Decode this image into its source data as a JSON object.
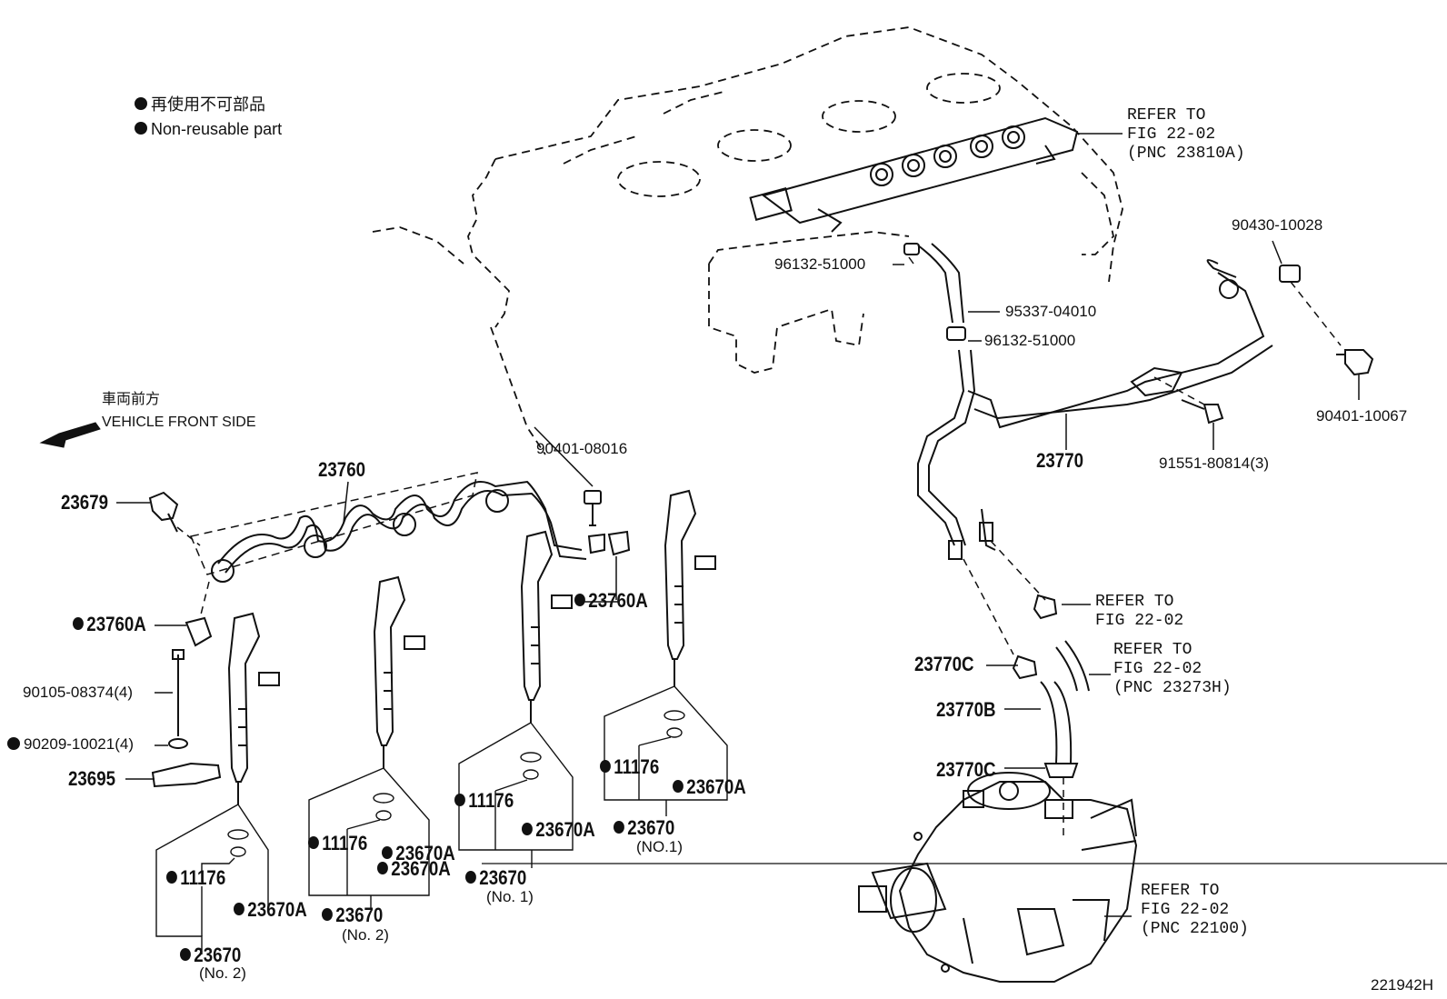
{
  "legend": {
    "line1": "再使用不可部品",
    "line2": "Non-reusable part"
  },
  "direction": {
    "jp": "車両前方",
    "en": "VEHICLE FRONT SIDE"
  },
  "parts": {
    "p23760": "23760",
    "p23679": "23679",
    "p23760A_left": "23760A",
    "p23760A_right": "23760A",
    "p90105": "90105-08374(4)",
    "p90209": "90209-10021(4)",
    "p23695": "23695",
    "p90401_08016": "90401-08016",
    "p96132_a": "96132-51000",
    "p95337": "95337-04010",
    "p96132_b": "96132-51000",
    "p90430": "90430-10028",
    "p90401_10067": "90401-10067",
    "p23770": "23770",
    "p91551": "91551-80814(3)",
    "p23770C_a": "23770C",
    "p23770B": "23770B",
    "p23770C_b": "23770C",
    "inj4_11176": "11176",
    "inj4_23670A": "23670A",
    "inj4_23670": "23670",
    "inj4_no": "(No. 2)",
    "inj3_11176": "11176",
    "inj3_23670A_a": "23670A",
    "inj3_23670A_b": "23670A",
    "inj3_23670": "23670",
    "inj3_no": "(No. 2)",
    "inj2_11176": "11176",
    "inj2_23670A": "23670A",
    "inj2_23670": "23670",
    "inj2_no": "(No. 1)",
    "inj1_11176": "11176",
    "inj1_23670A": "23670A",
    "inj1_23670": "23670",
    "inj1_no": "(NO.1)"
  },
  "refs": {
    "rail": "REFER TO\nFIG 22-02\n(PNC 23810A)",
    "mid": "REFER TO\nFIG 22-02",
    "hose": "REFER TO\nFIG 22-02\n(PNC 23273H)",
    "pump": "REFER TO\nFIG 22-02\n(PNC 22100)"
  },
  "figure_code": "221942H"
}
